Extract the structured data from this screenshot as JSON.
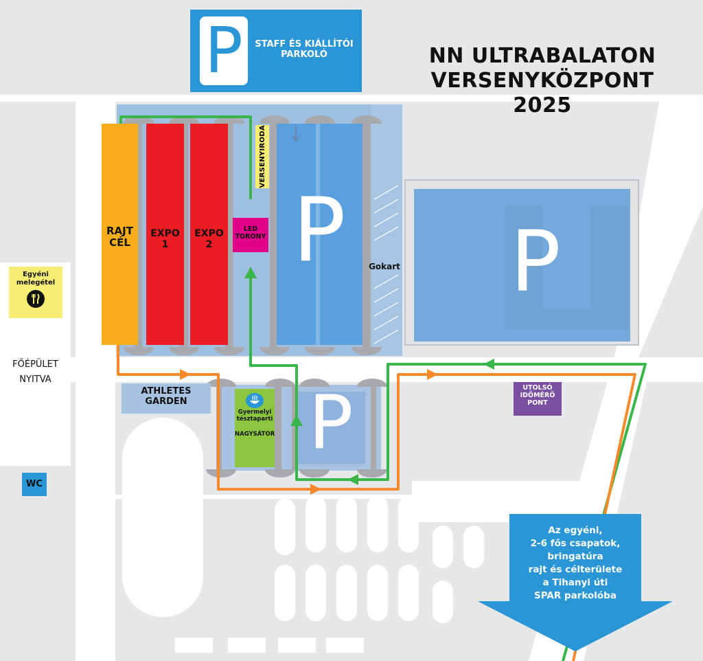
{
  "title": {
    "line1": "NN ULTRABALATON",
    "line2": "VERSENYKÖZPONT 2025"
  },
  "parking": {
    "symbol": "P",
    "staff_label_line1": "STAFF ÉS KIÁLLÍTÓI",
    "staff_label_line2": "PARKOLÓ"
  },
  "zones": {
    "rajt_cel": {
      "line1": "RAJT",
      "line2": "CÉL"
    },
    "expo1": {
      "line1": "EXPO",
      "line2": "1"
    },
    "expo2": {
      "line1": "EXPO",
      "line2": "2"
    },
    "versenyiroda": "VERSENYIRODA",
    "led_torony": {
      "line1": "LED",
      "line2": "TORONY"
    },
    "gokart": "Gokart",
    "athletes_garden": {
      "line1": "ATHLETES",
      "line2": "GARDEN"
    },
    "nagysator": {
      "line1": "Gyermelyi",
      "line2": "tésztaparti",
      "line3": "NAGYSÁTOR"
    },
    "utolso_idomero": {
      "line1": "UTOLSÓ",
      "line2": "IDŐMÉRŐ",
      "line3": "PONT"
    },
    "egyeni_melegetel": {
      "line1": "Egyéni",
      "line2": "melegétel"
    },
    "foepulet": {
      "line1": "FŐÉPÜLET",
      "line2": "NYITVA"
    },
    "wc": "WC"
  },
  "callout": {
    "line1": "Az egyéni,",
    "line2": "2-6 fős csapatok,",
    "line3": "bringatúra",
    "line4": "rajt és célterülete",
    "line5": "a Tihanyi úti",
    "line6": "SPAR parkolóba"
  },
  "icons": {
    "parking": "parking-p-icon",
    "food": "fork-knife-icon",
    "noodle": "noodle-bowl-icon",
    "arrow": "direction-arrow-icon"
  },
  "colors": {
    "background": "#e6e7e9",
    "road_white": "#ffffff",
    "parking_area": "#9fbfe0",
    "parking_blue": "#3a8fd8",
    "brand_blue": "#2a96d6",
    "rajt_orange": "#f7ad1a",
    "expo_red": "#ec1c24",
    "led_magenta": "#e2008a",
    "nagysator_green": "#8cc63f",
    "idomero_purple": "#7a4fa0",
    "food_yellow": "#f6ee74",
    "route_green": "#39b54a",
    "route_orange": "#f6892a"
  }
}
